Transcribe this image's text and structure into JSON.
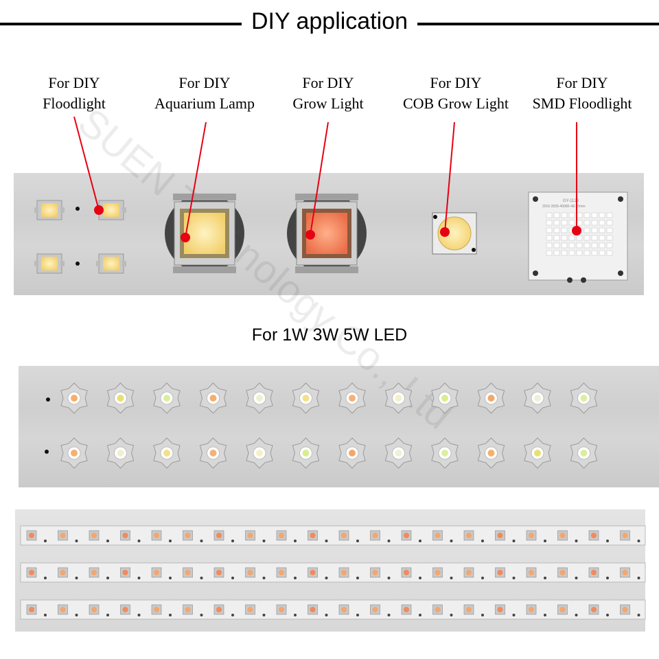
{
  "header": {
    "title": "DIY application"
  },
  "labels": [
    {
      "line1": "For DIY",
      "line2": "Floodlight"
    },
    {
      "line1": "For DIY",
      "line2": "Aquarium Lamp"
    },
    {
      "line1": "For DIY",
      "line2": "Grow Light"
    },
    {
      "line1": "For DIY",
      "line2": "COB Grow Light"
    },
    {
      "line1": "For DIY",
      "line2": "SMD Floodlight"
    }
  ],
  "subtitle": "For 1W 3W 5W LED",
  "smd_board_text": {
    "line1": "GY-1126",
    "line2": "2016 2835-4000K-48-70mm"
  },
  "watermark": "SUEN Technology Co., Ltd",
  "colors": {
    "pointer": "#e60012",
    "warm_white": "#f7d98a",
    "grow_pink": "#f28a5c",
    "panel": "#d4d4d4"
  }
}
